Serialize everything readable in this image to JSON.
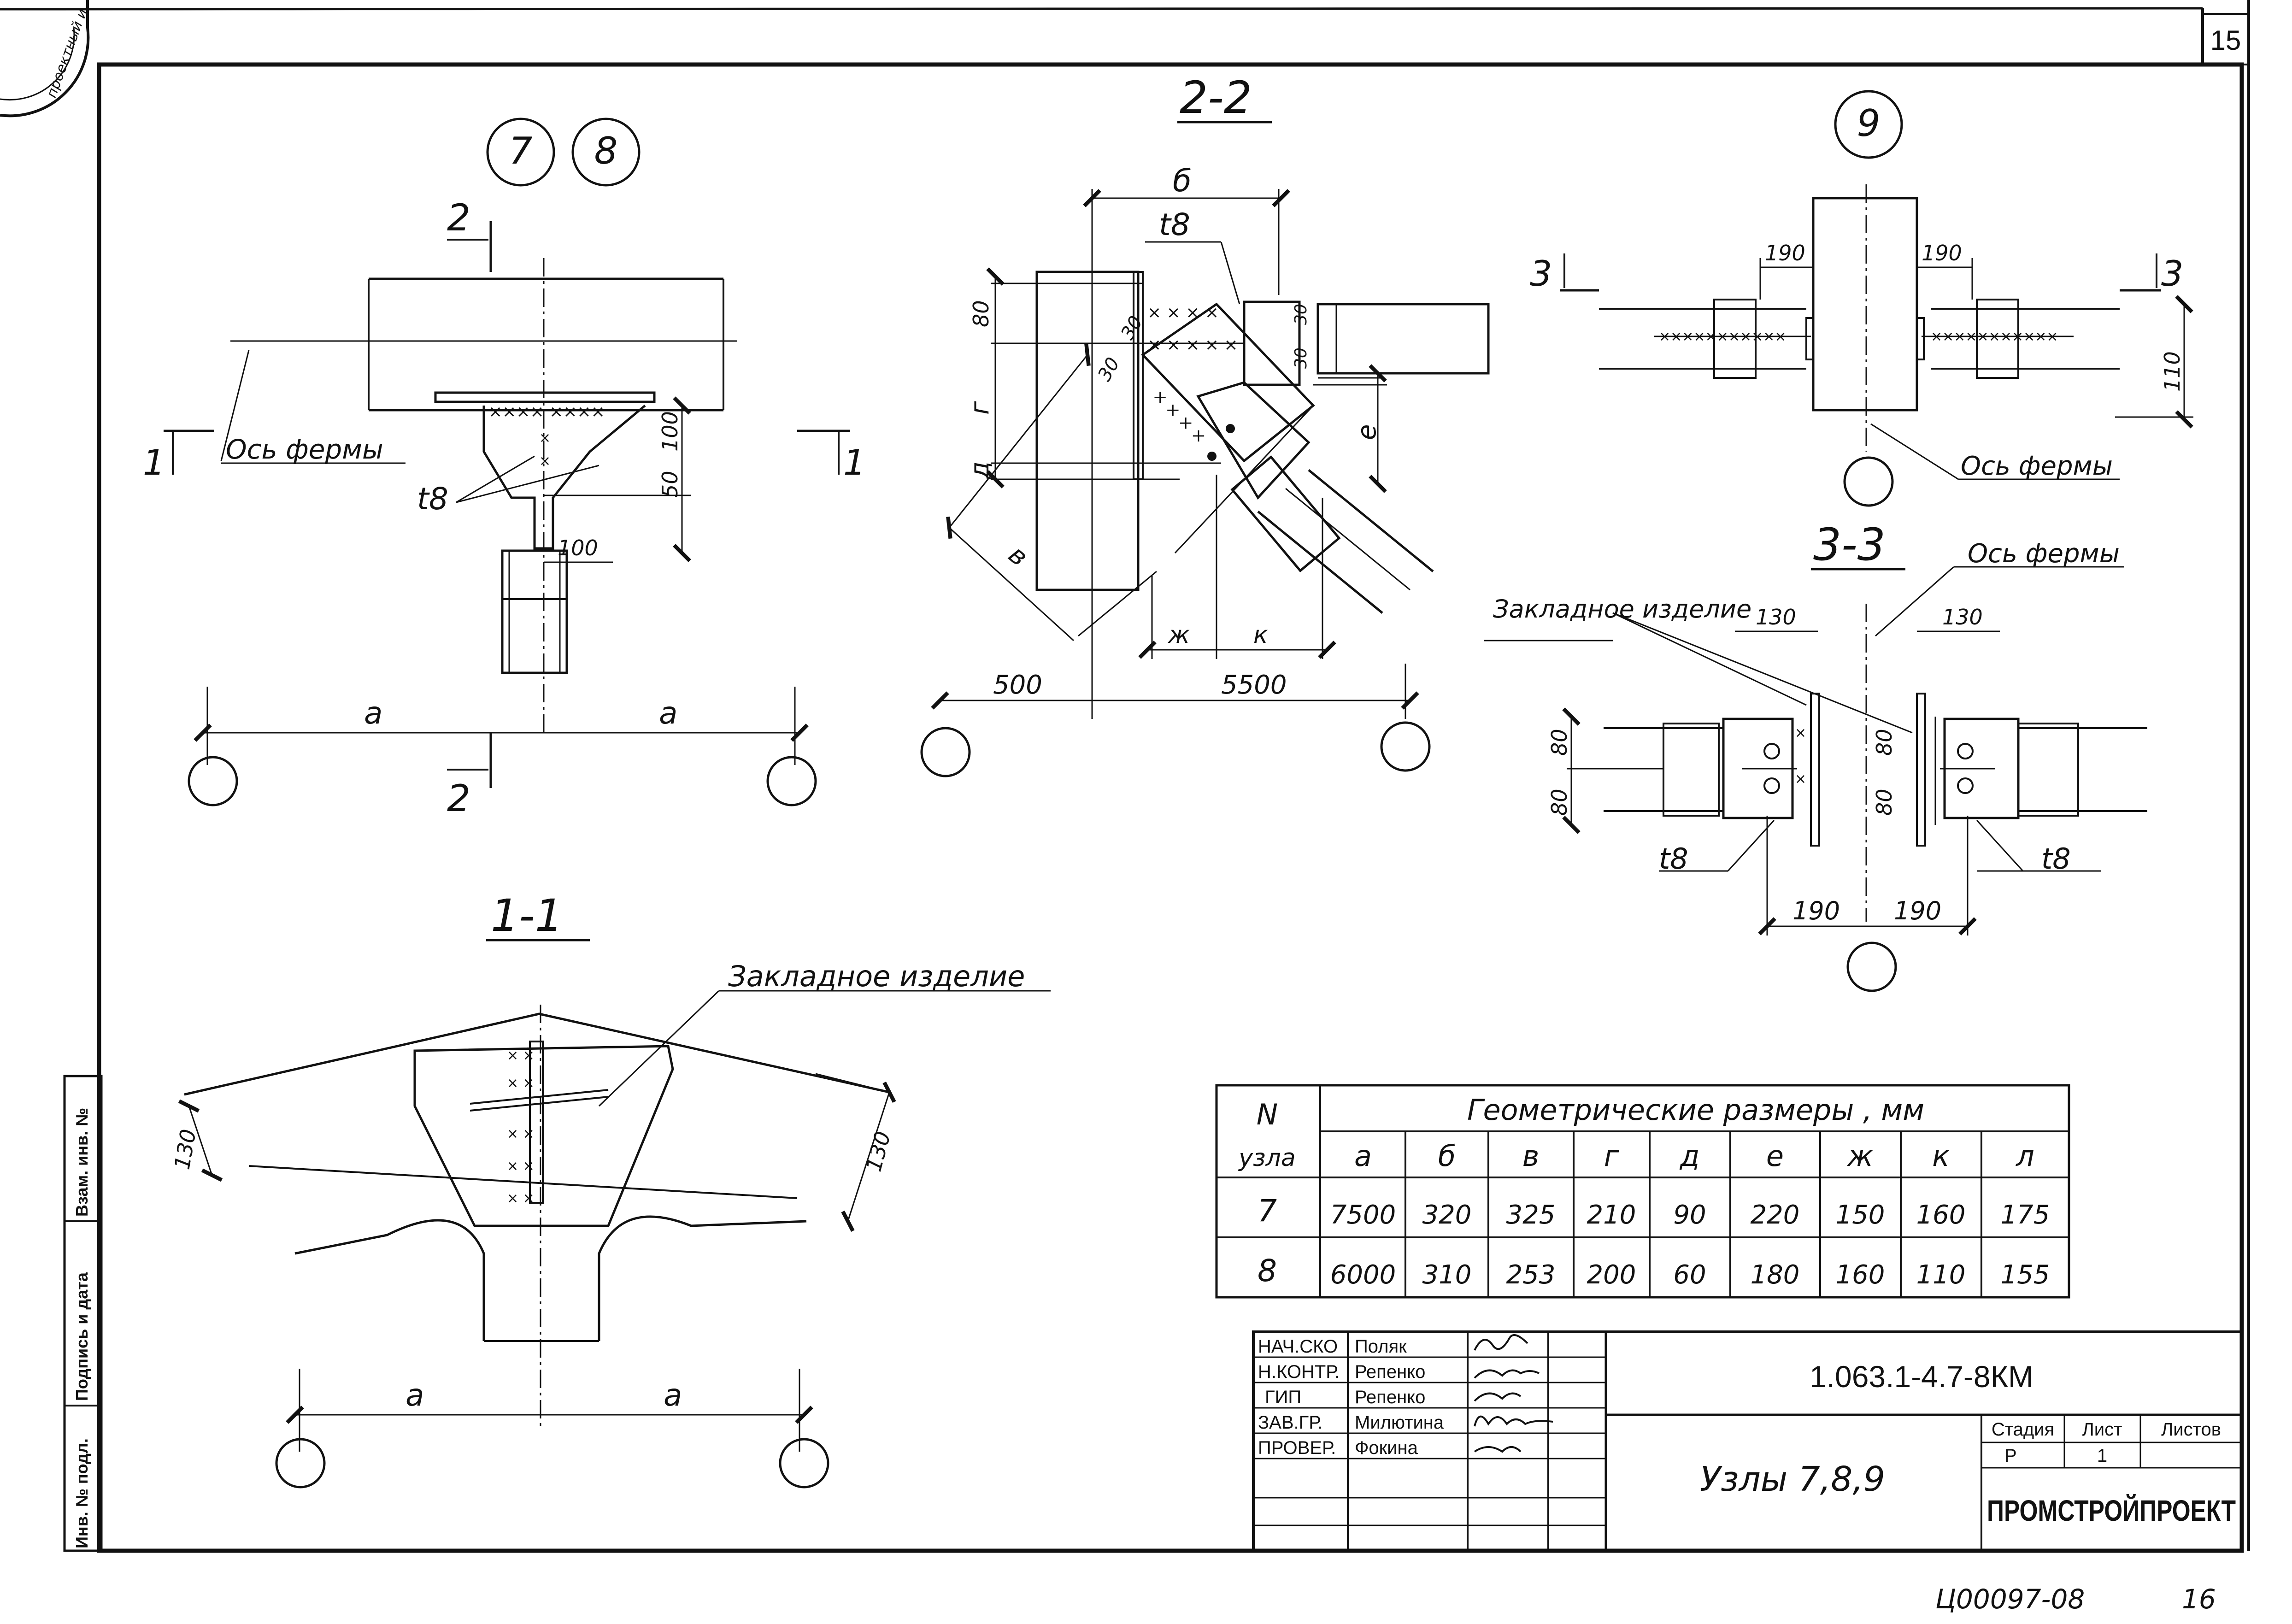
{
  "sheet": {
    "top_sheet_number": "15",
    "bottom_code": "Ц00097-08",
    "bottom_page": "16"
  },
  "stamp_text": "проектный и",
  "views": {
    "nodes_78": {
      "circle_a": "7",
      "circle_b": "8",
      "section_mark_top": "2",
      "section_mark_bottom": "2",
      "cut_left": "1",
      "cut_right": "1",
      "axis_label": "Ось фермы",
      "thickness": "t8",
      "dim_100_a": "100",
      "dim_50": "50",
      "dim_100_b": "100",
      "span_left": "a",
      "span_right": "a"
    },
    "section_22": {
      "title": "2-2",
      "dim_b": "б",
      "thickness": "t8",
      "dim_80": "80",
      "dim_30_a": "30",
      "dim_30_b": "30",
      "dim_30_c": "30",
      "dim_30_d": "30",
      "dim_g": "г",
      "dim_d": "д",
      "dim_v": "в",
      "dim_e": "е",
      "dim_zh": "ж",
      "dim_k": "к",
      "dim_500": "500",
      "dim_5500": "5500"
    },
    "node_9": {
      "circle": "9",
      "cut_left": "3",
      "cut_right": "3",
      "dim_190_a": "190",
      "dim_190_b": "190",
      "dim_110": "110",
      "axis_label": "Ось фермы"
    },
    "section_33": {
      "title": "3-3",
      "axis_label": "Ось фермы",
      "embedded": "Закладное изделие",
      "dim_130_a": "130",
      "dim_130_b": "130",
      "dim_80_a": "80",
      "dim_80_b": "80",
      "dim_80_c": "80",
      "dim_80_d": "80",
      "thickness_a": "t8",
      "thickness_b": "t8",
      "dim_190_a": "190",
      "dim_190_b": "190"
    },
    "section_11": {
      "title": "1-1",
      "embedded": "Закладное изделие",
      "dim_130_a": "130",
      "dim_130_b": "130",
      "span_left": "a",
      "span_right": "a"
    }
  },
  "left_strip": [
    "Инв. № подл.",
    "Подпись и дата",
    "Взам. инв. №"
  ],
  "table": {
    "header_n": "N",
    "header_node": "узла",
    "header_group": "Геометрические размеры , мм",
    "columns": [
      "а",
      "б",
      "в",
      "г",
      "д",
      "е",
      "ж",
      "к",
      "л"
    ],
    "rows": [
      {
        "node": "7",
        "values": [
          "7500",
          "320",
          "325",
          "210",
          "90",
          "220",
          "150",
          "160",
          "175"
        ]
      },
      {
        "node": "8",
        "values": [
          "6000",
          "310",
          "253",
          "200",
          "60",
          "180",
          "160",
          "110",
          "155"
        ]
      }
    ]
  },
  "title_block": {
    "signers": [
      {
        "role": "НАЧ.СКО",
        "name": "Поляк"
      },
      {
        "role": "Н.КОНТР.",
        "name": "Репенко"
      },
      {
        "role": "ГИП",
        "name": "Репенко"
      },
      {
        "role": "ЗАВ.ГР.",
        "name": "Милютина"
      },
      {
        "role": "ПРОВЕР.",
        "name": "Фокина"
      }
    ],
    "doc_code": "1.063.1-4.7-8КМ",
    "title": "Узлы 7,8,9",
    "stage_label": "Стадия",
    "sheet_label": "Лист",
    "sheets_label": "Листов",
    "stage": "Р",
    "sheet": "1",
    "org": "ПРОМСТРОЙПРОЕКТ"
  }
}
